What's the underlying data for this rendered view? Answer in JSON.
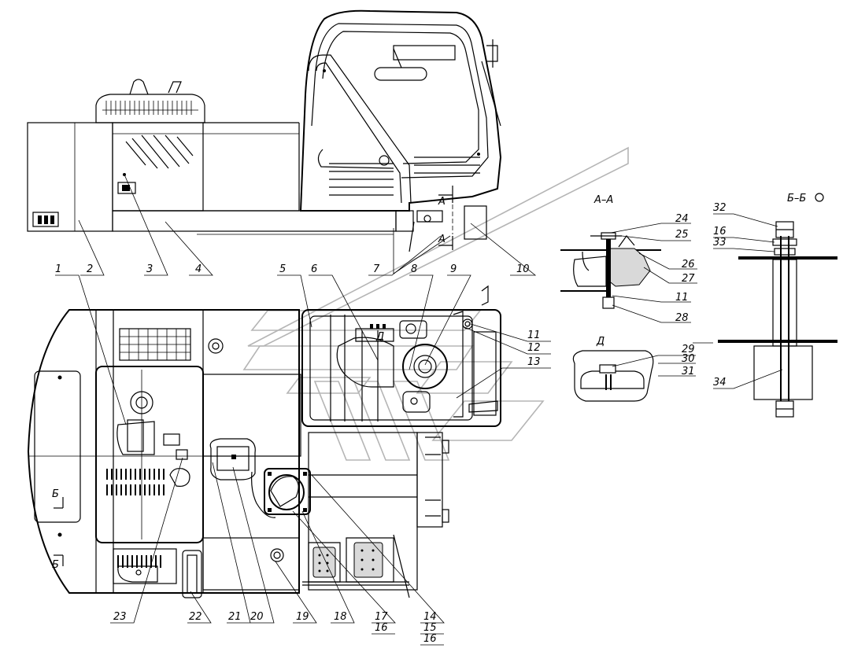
{
  "section_titles": {
    "aa": "А–А",
    "bb": "Б–Б",
    "view_d": "Д",
    "cut_a": "А",
    "cut_b": "Б",
    "detail_d": "Д"
  },
  "callouts": [
    {
      "id": "c1",
      "text": "1"
    },
    {
      "id": "c2",
      "text": "2"
    },
    {
      "id": "c3",
      "text": "3"
    },
    {
      "id": "c4",
      "text": "4"
    },
    {
      "id": "c5",
      "text": "5"
    },
    {
      "id": "c6",
      "text": "6"
    },
    {
      "id": "c7",
      "text": "7"
    },
    {
      "id": "c8",
      "text": "8"
    },
    {
      "id": "c9",
      "text": "9"
    },
    {
      "id": "c10",
      "text": "10"
    },
    {
      "id": "c11a",
      "text": "11"
    },
    {
      "id": "c11b",
      "text": "11"
    },
    {
      "id": "c12",
      "text": "12"
    },
    {
      "id": "c13",
      "text": "13"
    },
    {
      "id": "c14",
      "text": "14"
    },
    {
      "id": "c15",
      "text": "15"
    },
    {
      "id": "c16a",
      "text": "16"
    },
    {
      "id": "c16b",
      "text": "16"
    },
    {
      "id": "c16c",
      "text": "16"
    },
    {
      "id": "c17",
      "text": "17"
    },
    {
      "id": "c18",
      "text": "18"
    },
    {
      "id": "c19",
      "text": "19"
    },
    {
      "id": "c20",
      "text": "20"
    },
    {
      "id": "c21",
      "text": "21"
    },
    {
      "id": "c22",
      "text": "22"
    },
    {
      "id": "c23",
      "text": "23"
    },
    {
      "id": "c24",
      "text": "24"
    },
    {
      "id": "c25",
      "text": "25"
    },
    {
      "id": "c26",
      "text": "26"
    },
    {
      "id": "c27",
      "text": "27"
    },
    {
      "id": "c28",
      "text": "28"
    },
    {
      "id": "c29",
      "text": "29"
    },
    {
      "id": "c30",
      "text": "30"
    },
    {
      "id": "c31",
      "text": "31"
    },
    {
      "id": "c32",
      "text": "32"
    },
    {
      "id": "c33",
      "text": "33"
    },
    {
      "id": "c34",
      "text": "34"
    }
  ]
}
